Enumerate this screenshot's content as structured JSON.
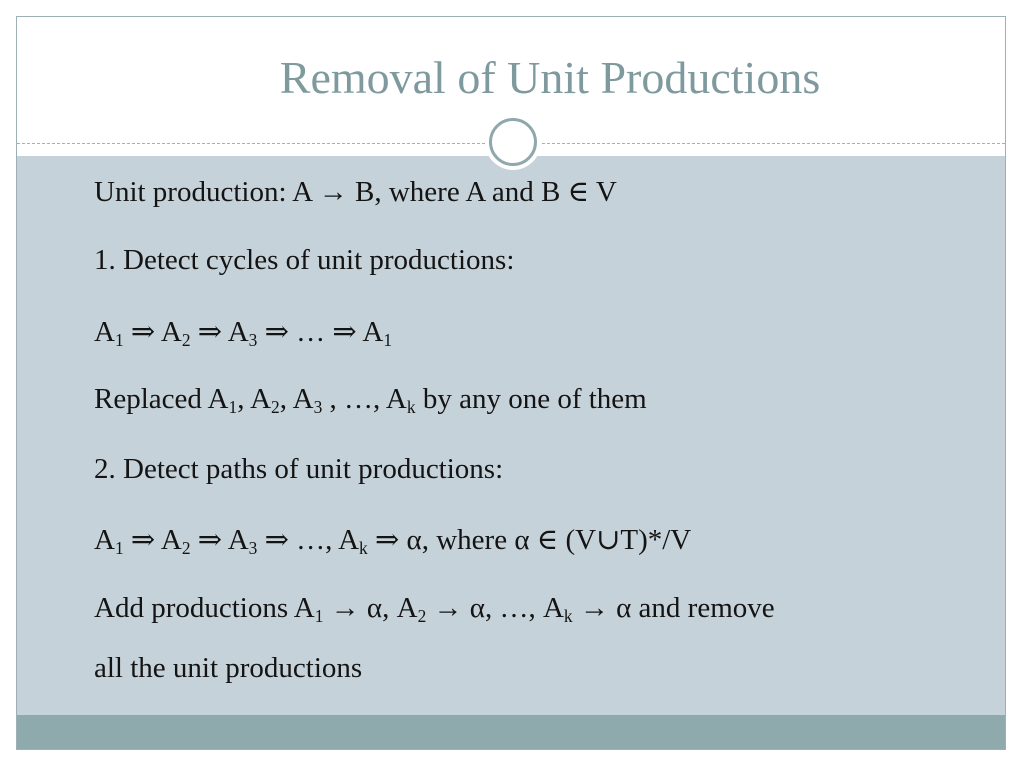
{
  "slide": {
    "title": "Removal of Unit Productions",
    "lines": [
      "Unit production: A → B, where A and B ∈ V",
      "1. Detect cycles of unit productions:",
      [
        "A",
        "1",
        " ⇒ A",
        "2",
        " ⇒ A",
        "3",
        " ⇒ … ⇒ A",
        "1",
        ""
      ],
      [
        "Replaced A",
        "1",
        ", A",
        "2",
        ", A",
        "3",
        " , …, A",
        "k",
        " by any one of them"
      ],
      "2. Detect paths of unit productions:",
      [
        "A",
        "1",
        " ⇒ A",
        "2",
        " ⇒ A",
        "3",
        " ⇒ …, A",
        "k",
        " ⇒ α, where α ∈ (V∪T)*/V"
      ],
      [
        "Add productions A",
        "1",
        " → α, A",
        "2",
        " → α, …, A",
        "k",
        " → α and remove"
      ],
      "all the unit productions"
    ]
  },
  "colors": {
    "title": "#7f9a9e",
    "content_bg": "#c6d2d9",
    "footer_band": "#8eaaad",
    "ornament_ring": "#8fa8ac"
  }
}
